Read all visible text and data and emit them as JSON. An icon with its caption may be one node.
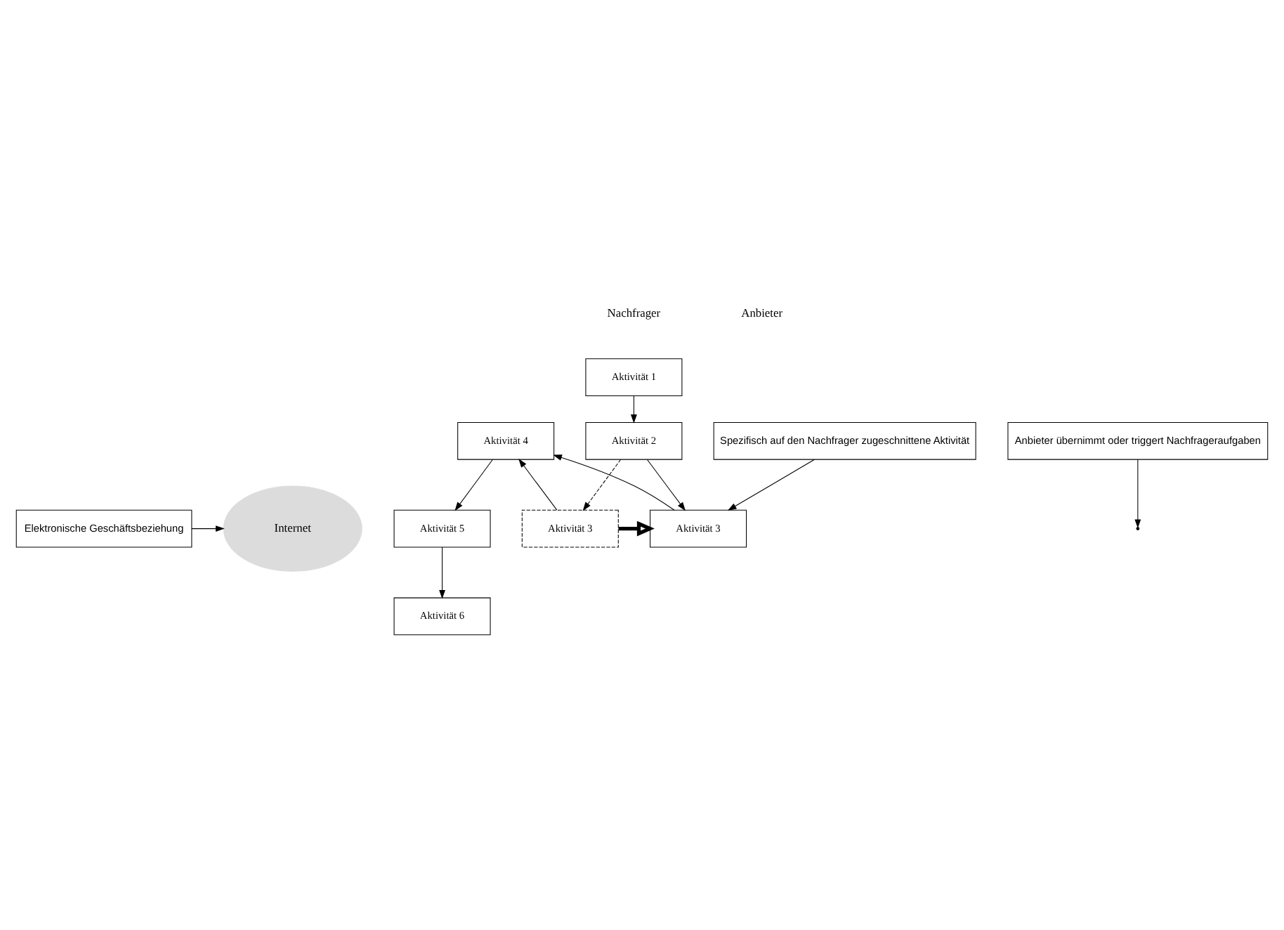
{
  "diagram": {
    "nodes": [
      {
        "text": [
          "Internet"
        ]
      },
      {
        "text": [
          "Aktivität 1"
        ]
      },
      {
        "text": [
          "Aktivität 2"
        ]
      },
      {
        "text": [
          "Aktivität 3"
        ]
      },
      {
        "text": [
          "Aktivität 3"
        ]
      },
      {
        "text": [
          "Aktivität 4"
        ]
      },
      {
        "text": [
          "Aktivität 5"
        ]
      },
      {
        "text": [
          "Aktivität 6"
        ]
      },
      {
        "text": [
          "Anbieter übernimmt oder triggert Nachfrageraufgaben"
        ]
      },
      {
        "text": [
          "Spezifisch auf den Nachfrager zugeschnittene Aktivität"
        ]
      },
      {
        "text": [
          "Elektronische Geschäftsbeziehung"
        ]
      }
    ],
    "edges": [
      {
        "from": 1,
        "to": 2,
        "arrow": "to"
      },
      {
        "from": 2,
        "to": 4,
        "arrow": "to"
      },
      {
        "from": 2,
        "to": 3,
        "arrow": "to",
        "style": "dashed"
      },
      {
        "from": 3,
        "to": 4,
        "arrow": "to",
        "style": "thick"
      },
      {
        "from": 3,
        "to": 5,
        "arrow": "to"
      },
      {
        "from": 4,
        "to": 5,
        "arrow": "to"
      },
      {
        "from": 5,
        "to": 6,
        "arrow": "to"
      },
      {
        "from": 6,
        "to": 7,
        "arrow": "to"
      },
      {
        "from": 8,
        "to": null,
        "arrow": "to"
      },
      {
        "from": 9,
        "to": 4,
        "arrow": "to"
      },
      {
        "from": 10,
        "to": 0,
        "arrow": "to"
      }
    ],
    "labels": [
      "Nachfrager",
      "Anbieter"
    ]
  }
}
